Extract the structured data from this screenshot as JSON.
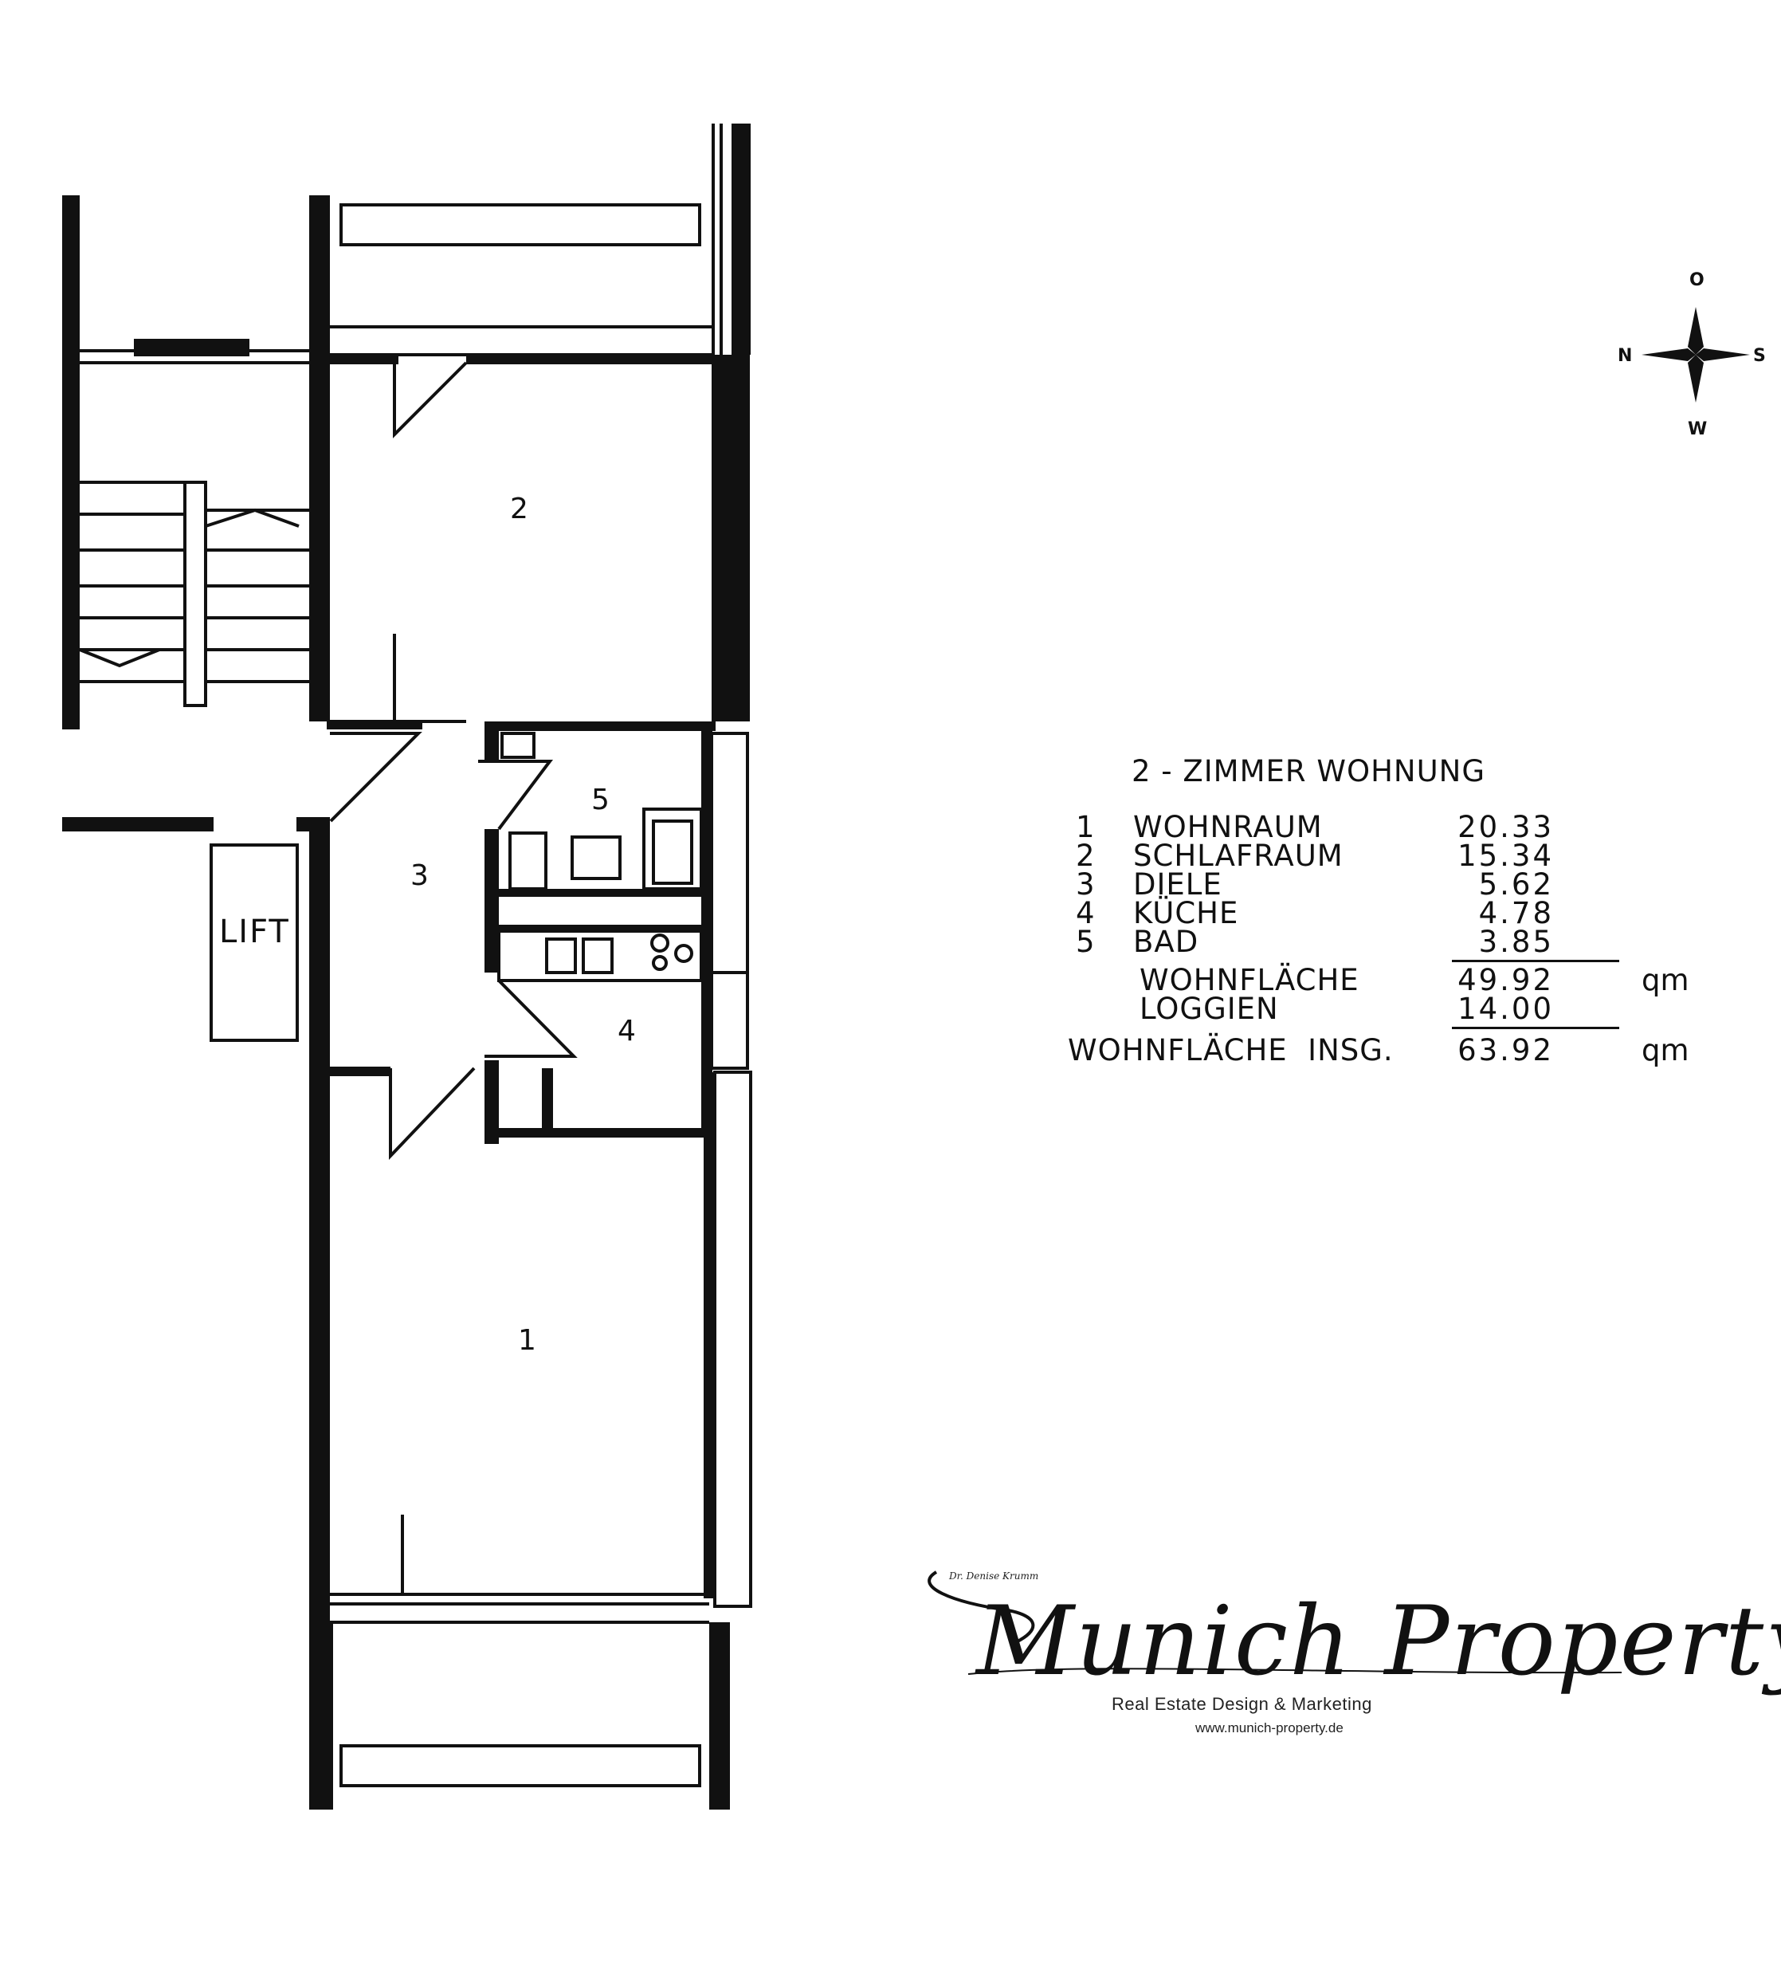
{
  "plan": {
    "room_labels": [
      {
        "id": "1",
        "text": "1"
      },
      {
        "id": "2",
        "text": "2"
      },
      {
        "id": "3",
        "text": "3"
      },
      {
        "id": "4",
        "text": "4"
      },
      {
        "id": "5",
        "text": "5"
      }
    ],
    "lift_label": "LIFT"
  },
  "compass": {
    "top": "O",
    "left": "N",
    "right": "S",
    "bottom": "W"
  },
  "legend": {
    "heading": "2 - ZIMMER WOHNUNG",
    "rooms": [
      {
        "num": "1",
        "name": "WOHNRAUM",
        "value": "20.33"
      },
      {
        "num": "2",
        "name": "SCHLAFRAUM",
        "value": "15.34"
      },
      {
        "num": "3",
        "name": "DIELE",
        "value": "5.62"
      },
      {
        "num": "4",
        "name": "KÜCHE",
        "value": "4.78"
      },
      {
        "num": "5",
        "name": "BAD",
        "value": "3.85"
      }
    ],
    "subtotal": {
      "name": "WOHNFLÄCHE",
      "value": "49.92",
      "unit": "qm"
    },
    "loggien": {
      "name": "LOGGIEN",
      "value": "14.00"
    },
    "total": {
      "name": "WOHNFLÄCHE  INSG.",
      "value": "63.92",
      "unit": "qm"
    }
  },
  "brand": {
    "signature": "Dr. Denise Krumm",
    "name": "Munich Property",
    "tagline": "Real Estate Design & Marketing",
    "url": "www.munich-property.de"
  }
}
